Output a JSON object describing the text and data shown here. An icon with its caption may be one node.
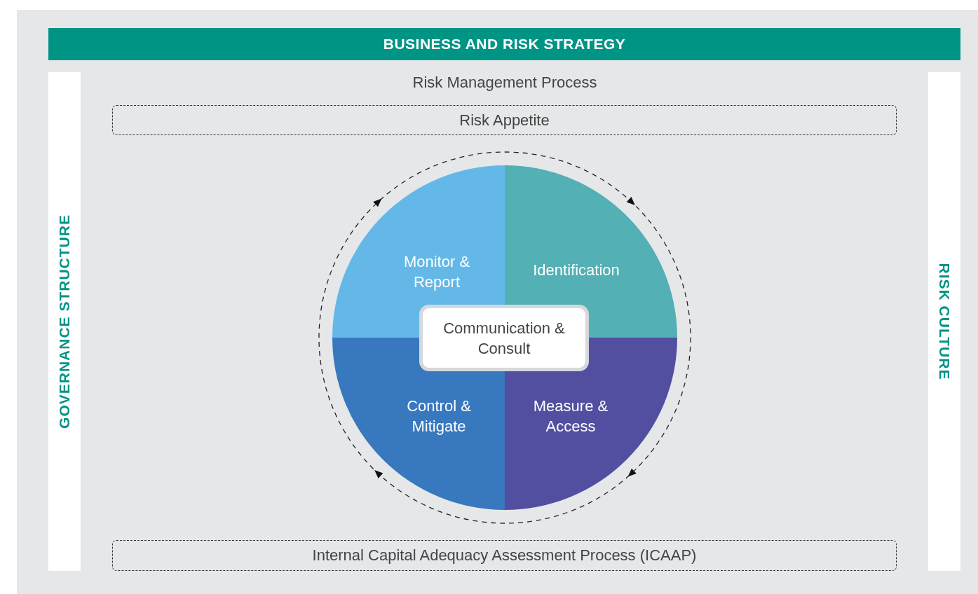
{
  "diagram": {
    "nodes": [
      {
        "text": [
          "BUSINESS AND RISK STRATEGY"
        ]
      },
      {
        "text": [
          "GOVERNANCE STRUCTURE"
        ]
      },
      {
        "text": [
          "RISK CULTURE"
        ]
      },
      {
        "text": [
          "Risk Appetite"
        ]
      },
      {
        "text": [
          "Monitor & Report"
        ]
      },
      {
        "text": [
          "Identification"
        ]
      },
      {
        "text": [
          "Measure & Access"
        ]
      },
      {
        "text": [
          "Control & Mitigate"
        ]
      },
      {
        "text": [
          "Communication & Consult"
        ]
      },
      {
        "text": [
          "Internal Capital Adequacy Assessment Process (ICAAP)"
        ]
      }
    ],
    "labels": [
      "Risk Management Process"
    ]
  }
}
